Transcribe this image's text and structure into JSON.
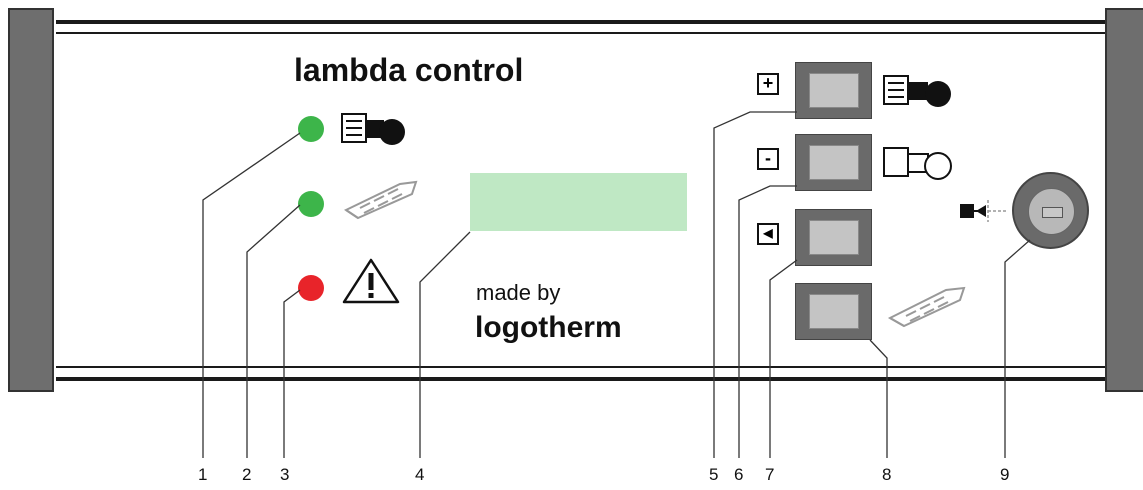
{
  "panel": {
    "title": "lambda control",
    "made_by": "made by",
    "brand": "logotherm"
  },
  "leds": [
    {
      "color": "#3db54a",
      "icon": "burner-on-icon"
    },
    {
      "color": "#3db54a",
      "icon": "fuel-feed-icon"
    },
    {
      "color": "#e8242a",
      "icon": "warning-icon"
    }
  ],
  "display": {
    "color": "#bfe8c4"
  },
  "keys": [
    {
      "symbol": "+",
      "icon": "burner-on-icon"
    },
    {
      "symbol": "-",
      "icon": "burner-off-icon"
    },
    {
      "symbol": "◀",
      "icon": ""
    },
    {
      "symbol": "",
      "icon": "fuel-feed-icon"
    }
  ],
  "switch_icon": "lock-switch-icon",
  "callouts": [
    "1",
    "2",
    "3",
    "4",
    "5",
    "6",
    "7",
    "8",
    "9"
  ]
}
